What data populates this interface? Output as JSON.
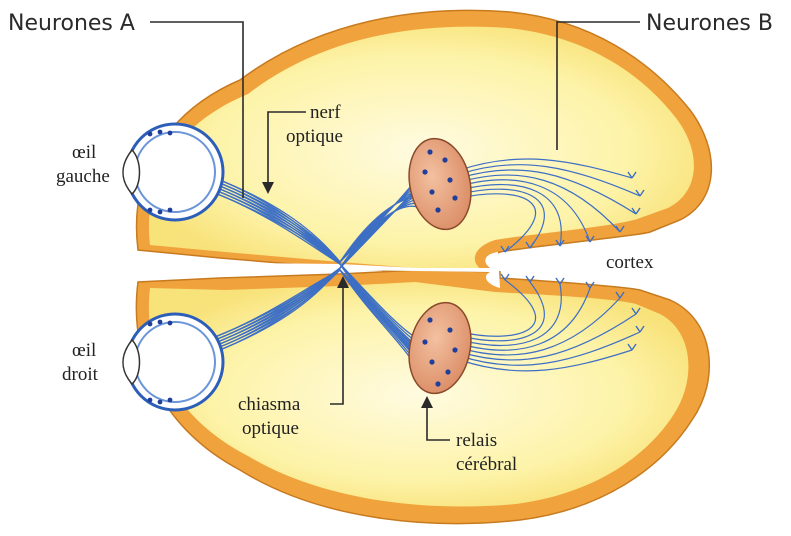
{
  "labels": {
    "neurones_a": "Neurones A",
    "neurones_b": "Neurones B",
    "nerf": "nerf",
    "optique_1": "optique",
    "oeil_gauche_1": "œil",
    "oeil_gauche_2": "gauche",
    "oeil_droit_1": "œil",
    "oeil_droit_2": "droit",
    "chiasma": "chiasma",
    "optique_2": "optique",
    "cortex": "cortex",
    "relais": "relais",
    "cerebral": "cérébral"
  },
  "colors": {
    "cortex_outer": "#f0a33c",
    "brain_fill": "#fdf6b0",
    "nerve_fiber": "#3d6fc4",
    "relay_fill": "#e8a07c",
    "eye_fill": "#ffffff"
  }
}
